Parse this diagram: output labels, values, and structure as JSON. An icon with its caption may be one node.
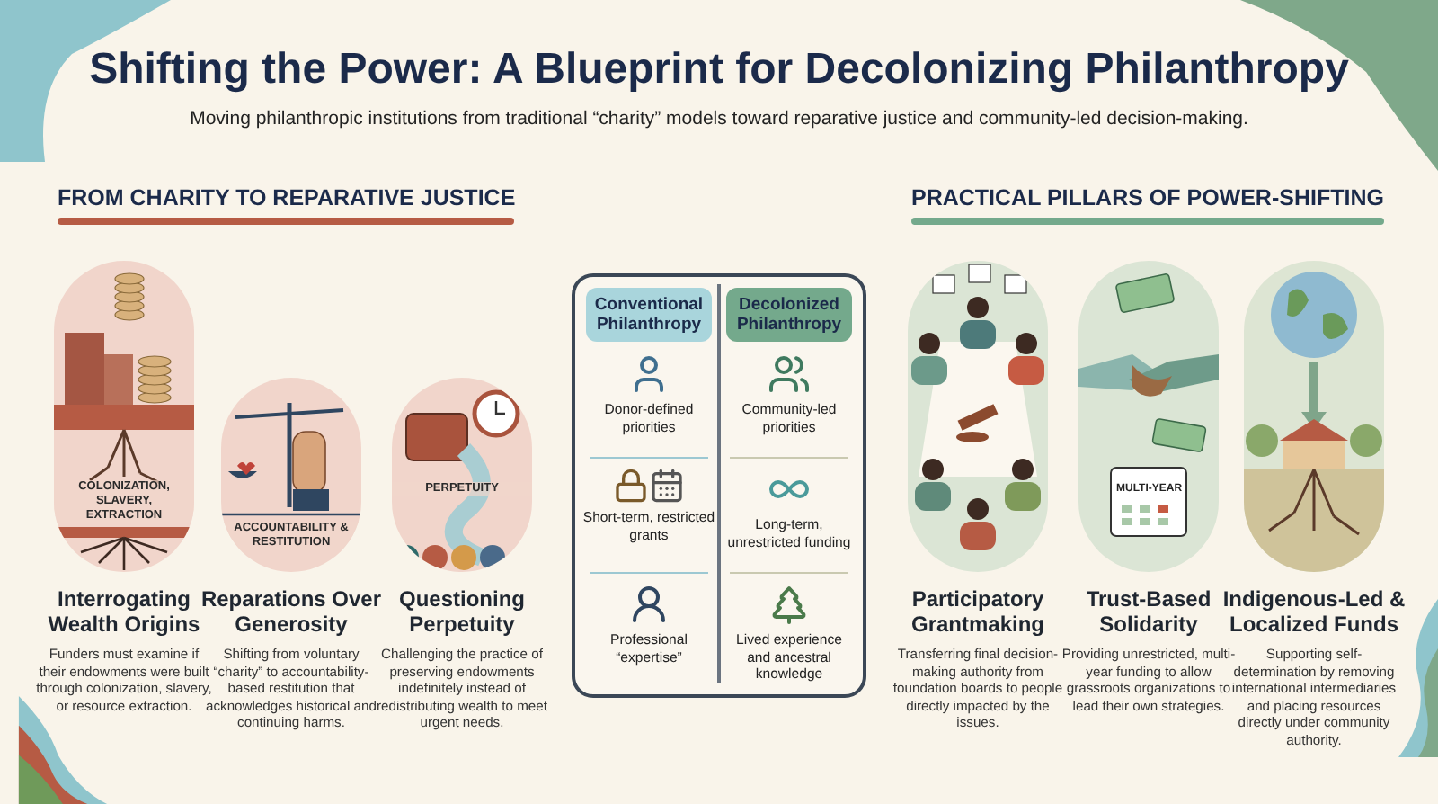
{
  "diagram": {
    "title": "Shifting the Power: A Blueprint for Decolonizing Philanthropy",
    "nodes": [
      {
        "text": [
          "COLONIZATION, SLAVERY, EXTRACTION",
          "Interrogating Wealth Origins",
          "Funders must examine if their endowments were built through colonization, slavery, or resource extraction."
        ]
      },
      {
        "text": [
          "ACCOUNTABILITY & RESTITUTION",
          "Reparations Over Generosity",
          "Shifting from voluntary “charity” to accountability-based restitution that acknowledges historical and continuing harms."
        ]
      },
      {
        "text": [
          "PERPETUITY",
          "Questioning Perpetuity",
          "Challenging the practice of preserving endowments indefinitely instead of redistributing wealth to meet urgent needs."
        ]
      },
      {
        "text": [],
        "shape": "box"
      },
      {
        "text": [
          "Conventional Philanthropy"
        ],
        "in": 3
      },
      {
        "text": [
          "Decolonized Philanthropy"
        ],
        "in": 3
      },
      {
        "text": [
          "Participatory Grantmaking",
          "Transferring final decision-making authority from foundation boards to people directly impacted by the issues."
        ]
      },
      {
        "text": [
          "Trust-Based Solidarity",
          "Providing unrestricted, multi-year funding to allow grassroots organizations to lead their own strategies."
        ]
      },
      {
        "text": [
          "Indigenous-Led & Localized Funds",
          "Supporting self-determination by removing international intermediaries and placing resources directly under community authority."
        ]
      }
    ],
    "edges": [],
    "labels": [
      "Moving philanthropic institutions from traditional “charity” models toward reparative justice and community-led decision-making.",
      "FROM CHARITY TO REPARATIVE JUSTICE",
      "PRACTICAL PILLARS OF POWER-SHIFTING",
      "Donor-defined priorities",
      "Community-led priorities",
      "Short-term, restricted grants",
      "Long-term, unrestricted funding",
      "Professional “expertise”",
      "Lived experience and ancestral knowledge",
      "MULTI-YEAR"
    ]
  }
}
